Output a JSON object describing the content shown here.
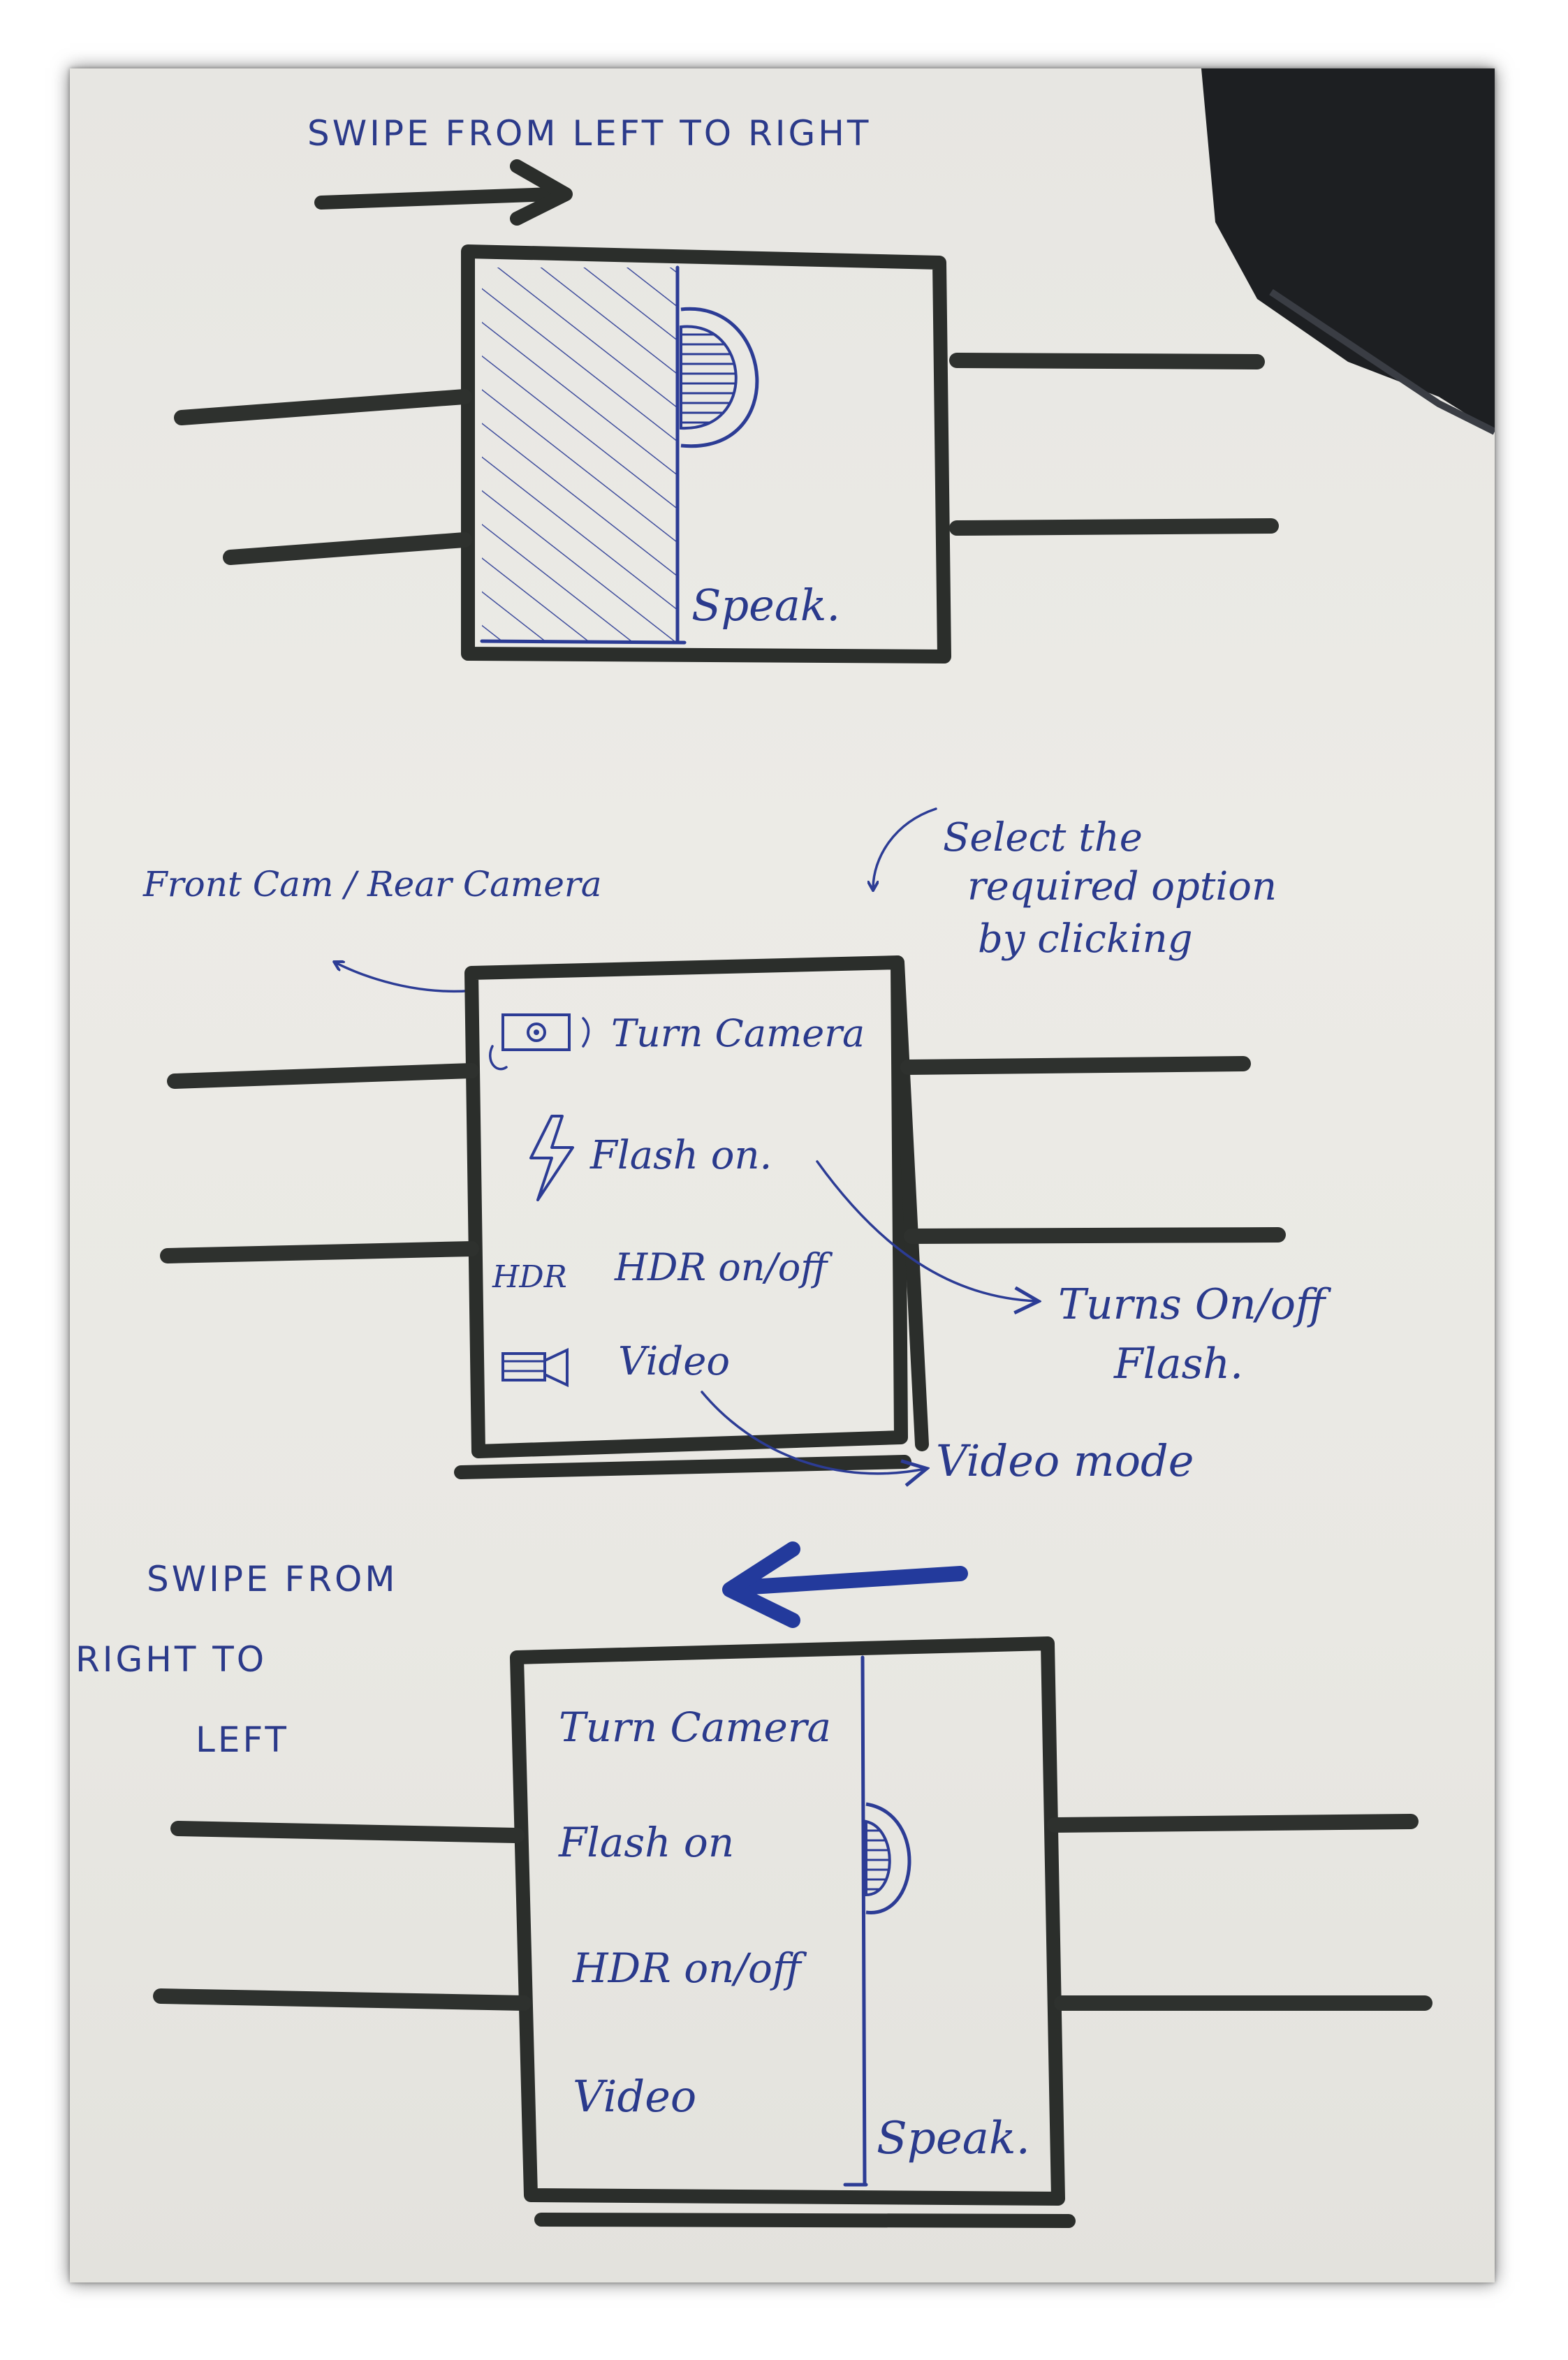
{
  "panel1": {
    "swipe_label": "SWIPE FROM LEFT TO RIGHT",
    "speak_label": "Speak."
  },
  "panel2": {
    "front_rear_label": "Front Cam / Rear Camera",
    "select_note": [
      "Select the",
      "required option",
      "by clicking"
    ],
    "menu": {
      "turn_camera": "Turn Camera",
      "flash_on": "Flash on.",
      "hdr_icon_text": "HDR",
      "hdr": "HDR on/off",
      "video": "Video"
    },
    "turns_flash_note": [
      "Turns On/off",
      "Flash."
    ],
    "video_mode_note": "Video mode"
  },
  "panel3": {
    "swipe_label": [
      "SWIPE FROM",
      "RIGHT TO",
      "LEFT"
    ],
    "menu": {
      "turn_camera": "Turn Camera",
      "flash_on": "Flash on",
      "hdr": "HDR on/off",
      "video": "Video"
    },
    "speak_label": "Speak."
  },
  "colors": {
    "ink": "#2c3c95",
    "marker": "#2b2e2b",
    "paper": "#e9e8e3"
  }
}
